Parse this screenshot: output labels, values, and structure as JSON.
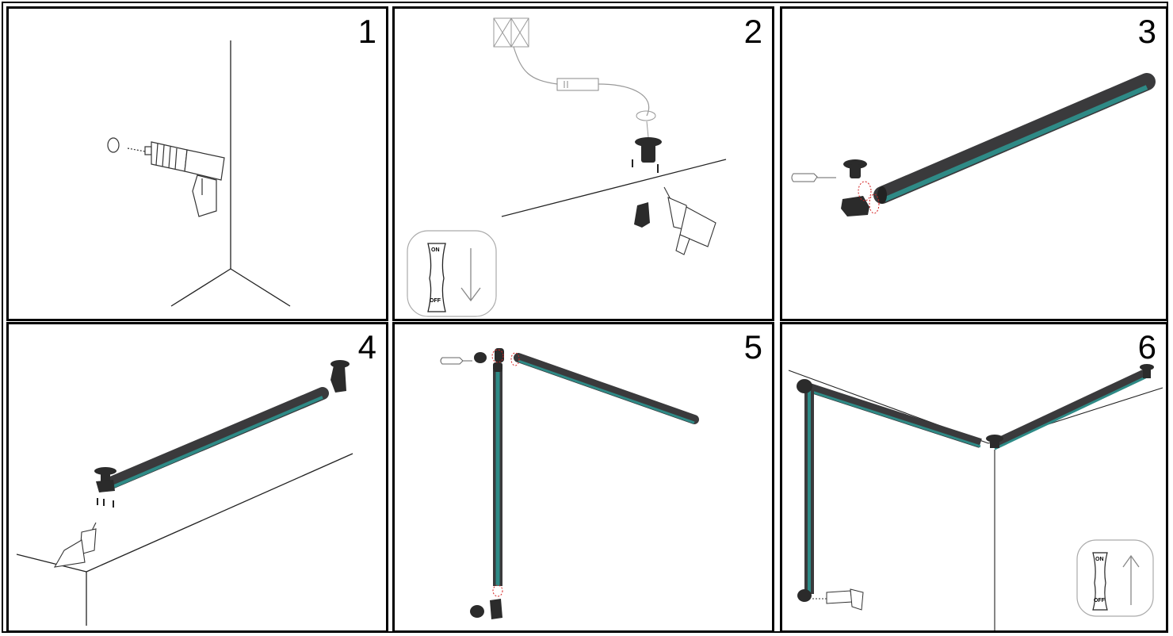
{
  "steps": [
    {
      "number": "1"
    },
    {
      "number": "2",
      "switch": {
        "on_label": "ON",
        "off_label": "OFF",
        "arrow": "down"
      }
    },
    {
      "number": "3"
    },
    {
      "number": "4"
    },
    {
      "number": "5"
    },
    {
      "number": "6",
      "switch": {
        "on_label": "ON",
        "off_label": "OFF",
        "arrow": "up"
      }
    }
  ],
  "colors": {
    "profile": "#3a3a3c",
    "diffuser": "#2e8a86",
    "line": "#222222",
    "marker": "#d42020"
  }
}
